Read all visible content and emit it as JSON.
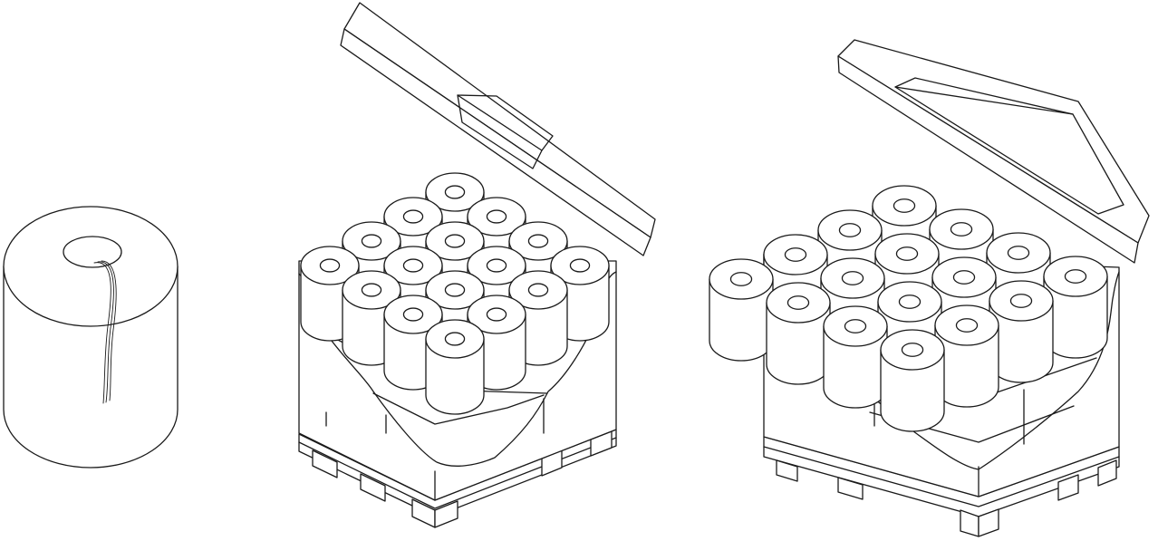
{
  "figure": {
    "panels": [
      {
        "id": "single-roll",
        "icon": "paper-roll-icon"
      },
      {
        "id": "pallet-pack-a",
        "icon": "pallet-with-rolls-icon",
        "grid": {
          "cols": 4,
          "rows": 4,
          "layers": 2
        }
      },
      {
        "id": "pallet-pack-b",
        "icon": "pallet-with-rolls-icon",
        "grid": {
          "cols": 4,
          "rows": 4,
          "layers": 2
        }
      }
    ],
    "colors": {
      "line": "#1a1a1a",
      "fill": "#ffffff",
      "background": "#ffffff"
    }
  }
}
